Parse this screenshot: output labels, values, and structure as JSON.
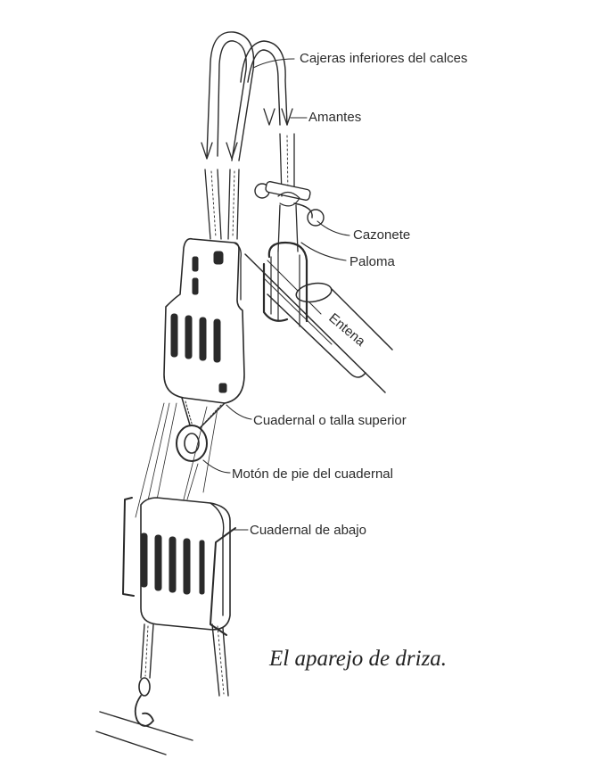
{
  "diagram": {
    "labels": {
      "cajeras": "Cajeras inferiores del calces",
      "amantes": "Amantes",
      "cazonete": "Cazonete",
      "paloma": "Paloma",
      "entena": "Entena",
      "cuadernal_superior": "Cuadernal o talla superior",
      "moton_pie": "Motón de pie del cuadernal",
      "cuadernal_abajo": "Cuadernal de abajo"
    },
    "caption": "El aparejo de driza."
  }
}
